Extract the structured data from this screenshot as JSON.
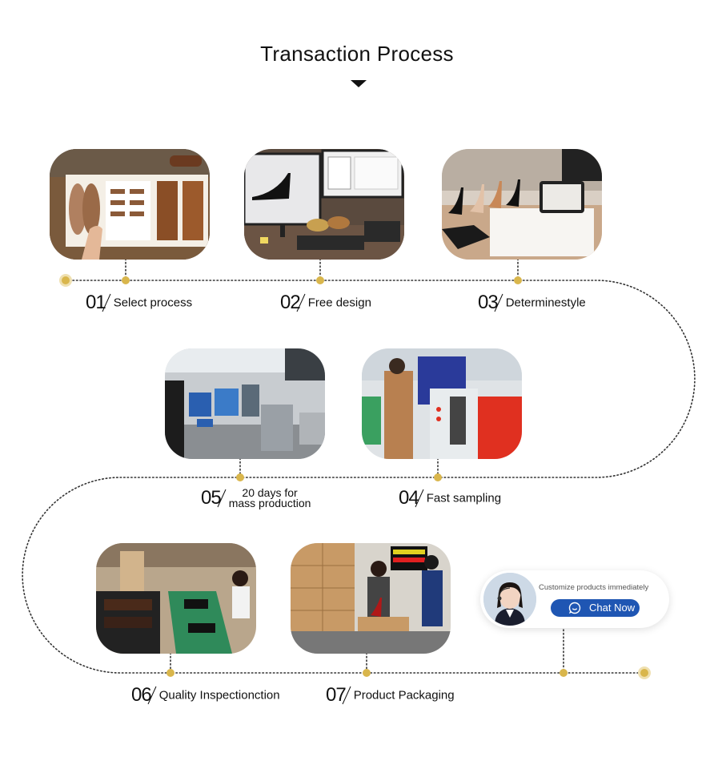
{
  "title": "Transaction Process",
  "colors": {
    "accent_dot": "#d9b64c",
    "chat_button": "#1f56b3",
    "path_line": "#333333"
  },
  "steps": [
    {
      "num": "01",
      "label": "Select process"
    },
    {
      "num": "02",
      "label": "Free design"
    },
    {
      "num": "03",
      "label": "Determinestyle"
    },
    {
      "num": "04",
      "label": "Fast sampling"
    },
    {
      "num": "05",
      "label_line1": "20 days for",
      "label_line2": "mass production"
    },
    {
      "num": "06",
      "label": "Quality Inspectionction"
    },
    {
      "num": "07",
      "label": "Product Packaging"
    }
  ],
  "chat": {
    "caption": "Customize products immediately",
    "button_label": "Chat Now",
    "icon": "chat-bubble-icon"
  }
}
